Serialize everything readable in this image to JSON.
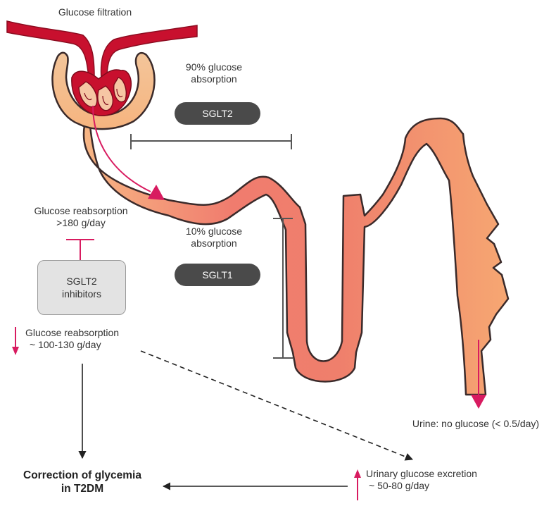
{
  "labels": {
    "glucose_filtration": "Glucose filtration",
    "absorption_90_line1": "90% glucose",
    "absorption_90_line2": "absorption",
    "absorption_10_line1": "10% glucose",
    "absorption_10_line2": "absorption",
    "reabsorption_initial_line1": "Glucose reabsorption",
    "reabsorption_initial_line2": ">180 g/day",
    "reabsorption_reduced_line1": "Glucose reabsorption",
    "reabsorption_reduced_line2": "~ 100-130 g/day",
    "urine": "Urine: no glucose (< 0.5/day)",
    "urinary_excretion_line1": "Urinary glucose excretion",
    "urinary_excretion_line2": "~ 50-80 g/day",
    "correction_line1": "Correction of glycemia",
    "correction_line2": "in T2DM"
  },
  "transporters": {
    "sglt2": "SGLT2",
    "sglt1": "SGLT1"
  },
  "inhibitor_box": {
    "line1": "SGLT2",
    "line2": "inhibitors"
  },
  "colors": {
    "blood_vessel": "#c8102e",
    "tubule_light": "#f7b27f",
    "tubule_dark": "#ee6f6a",
    "tubule_outline": "#3a2a2a",
    "accent_arrow": "#d81b60",
    "pill_bg": "#4a4a4a",
    "pill_text": "#ffffff",
    "inhibitor_box_bg": "#e3e3e3",
    "connector": "#222222"
  },
  "icons": {
    "decrease_indicator": "arrow-down-icon",
    "increase_indicator": "arrow-up-icon"
  }
}
